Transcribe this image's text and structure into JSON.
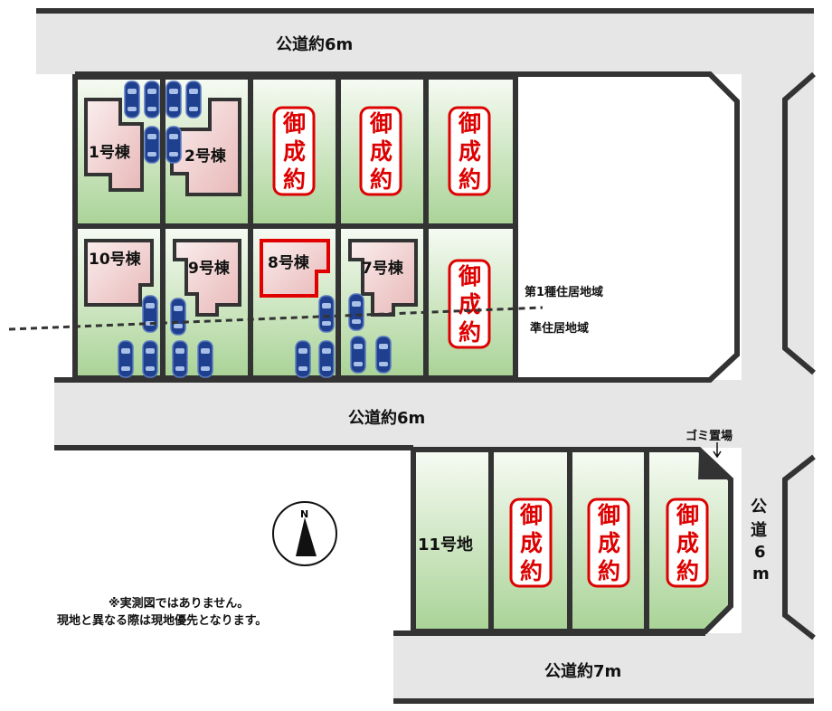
{
  "roads": {
    "top": "公道約6m",
    "middle": "公道約6m",
    "bottom": "公道約7m",
    "right": [
      "公",
      "道",
      "6",
      "m"
    ]
  },
  "houses": [
    "1号棟",
    "2号棟",
    "10号棟",
    "9号棟",
    "8号棟",
    "7号棟"
  ],
  "lot11": "11号地",
  "sold": [
    "御",
    "成",
    "約"
  ],
  "zones": {
    "upper": "第1種住居地域",
    "lower": "準住居地域"
  },
  "garbage": "ゴミ置場",
  "compass": "N",
  "notes": [
    "※実測図ではありません。",
    "現地と異なる際は現地優先となります。"
  ],
  "colors": {
    "sold": "#dd0000",
    "lot": "#d6ecc8",
    "house": "#f0cccc",
    "car": "#1f3f8f"
  }
}
